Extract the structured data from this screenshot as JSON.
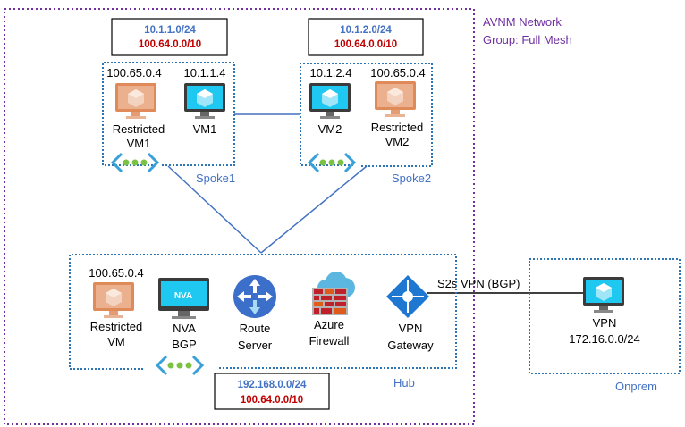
{
  "colors": {
    "group_border": "#7030a0",
    "vnet_border": "#2e75b6",
    "link": "#4472c4",
    "cidr_blue": "#4472c4",
    "cidr_red": "#c00000",
    "restricted_vm": "#e9a27a",
    "vm_screen": "#1ec8f0"
  },
  "group": {
    "title_line1": "AVNM Network",
    "title_line2": "Group: Full Mesh"
  },
  "spoke1": {
    "label": "Spoke1",
    "cidr": "10.1.1.0/24",
    "cidr2": "100.64.0.0/10",
    "restricted_vm": {
      "ip": "100.65.0.4",
      "name1": "Restricted",
      "name2": "VM1",
      "icon": "restricted-vm-icon"
    },
    "vm": {
      "ip": "10.1.1.4",
      "name": "VM1",
      "icon": "vm-icon"
    }
  },
  "spoke2": {
    "label": "Spoke2",
    "cidr": "10.1.2.0/24",
    "cidr2": "100.64.0.0/10",
    "vm": {
      "ip": "10.1.2.4",
      "name": "VM2",
      "icon": "vm-icon"
    },
    "restricted_vm": {
      "ip": "100.65.0.4",
      "name1": "Restricted",
      "name2": "VM2",
      "icon": "restricted-vm-icon"
    }
  },
  "hub": {
    "label": "Hub",
    "cidr": "192.168.0.0/24",
    "cidr2": "100.64.0.0/10",
    "restricted_vm": {
      "ip": "100.65.0.4",
      "name1": "Restricted",
      "name2": "VM"
    },
    "nva": {
      "screen": "NVA",
      "name1": "NVA",
      "name2": "BGP"
    },
    "route_server": {
      "name1": "Route",
      "name2": "Server"
    },
    "firewall": {
      "name1": "Azure",
      "name2": "Firewall"
    },
    "vpn_gateway": {
      "name1": "VPN",
      "name2": "Gateway"
    }
  },
  "connection": {
    "label": "S2s VPN (BGP)"
  },
  "onprem": {
    "label": "Onprem",
    "vpn": {
      "name": "VPN",
      "cidr": "172.16.0.0/24"
    }
  }
}
